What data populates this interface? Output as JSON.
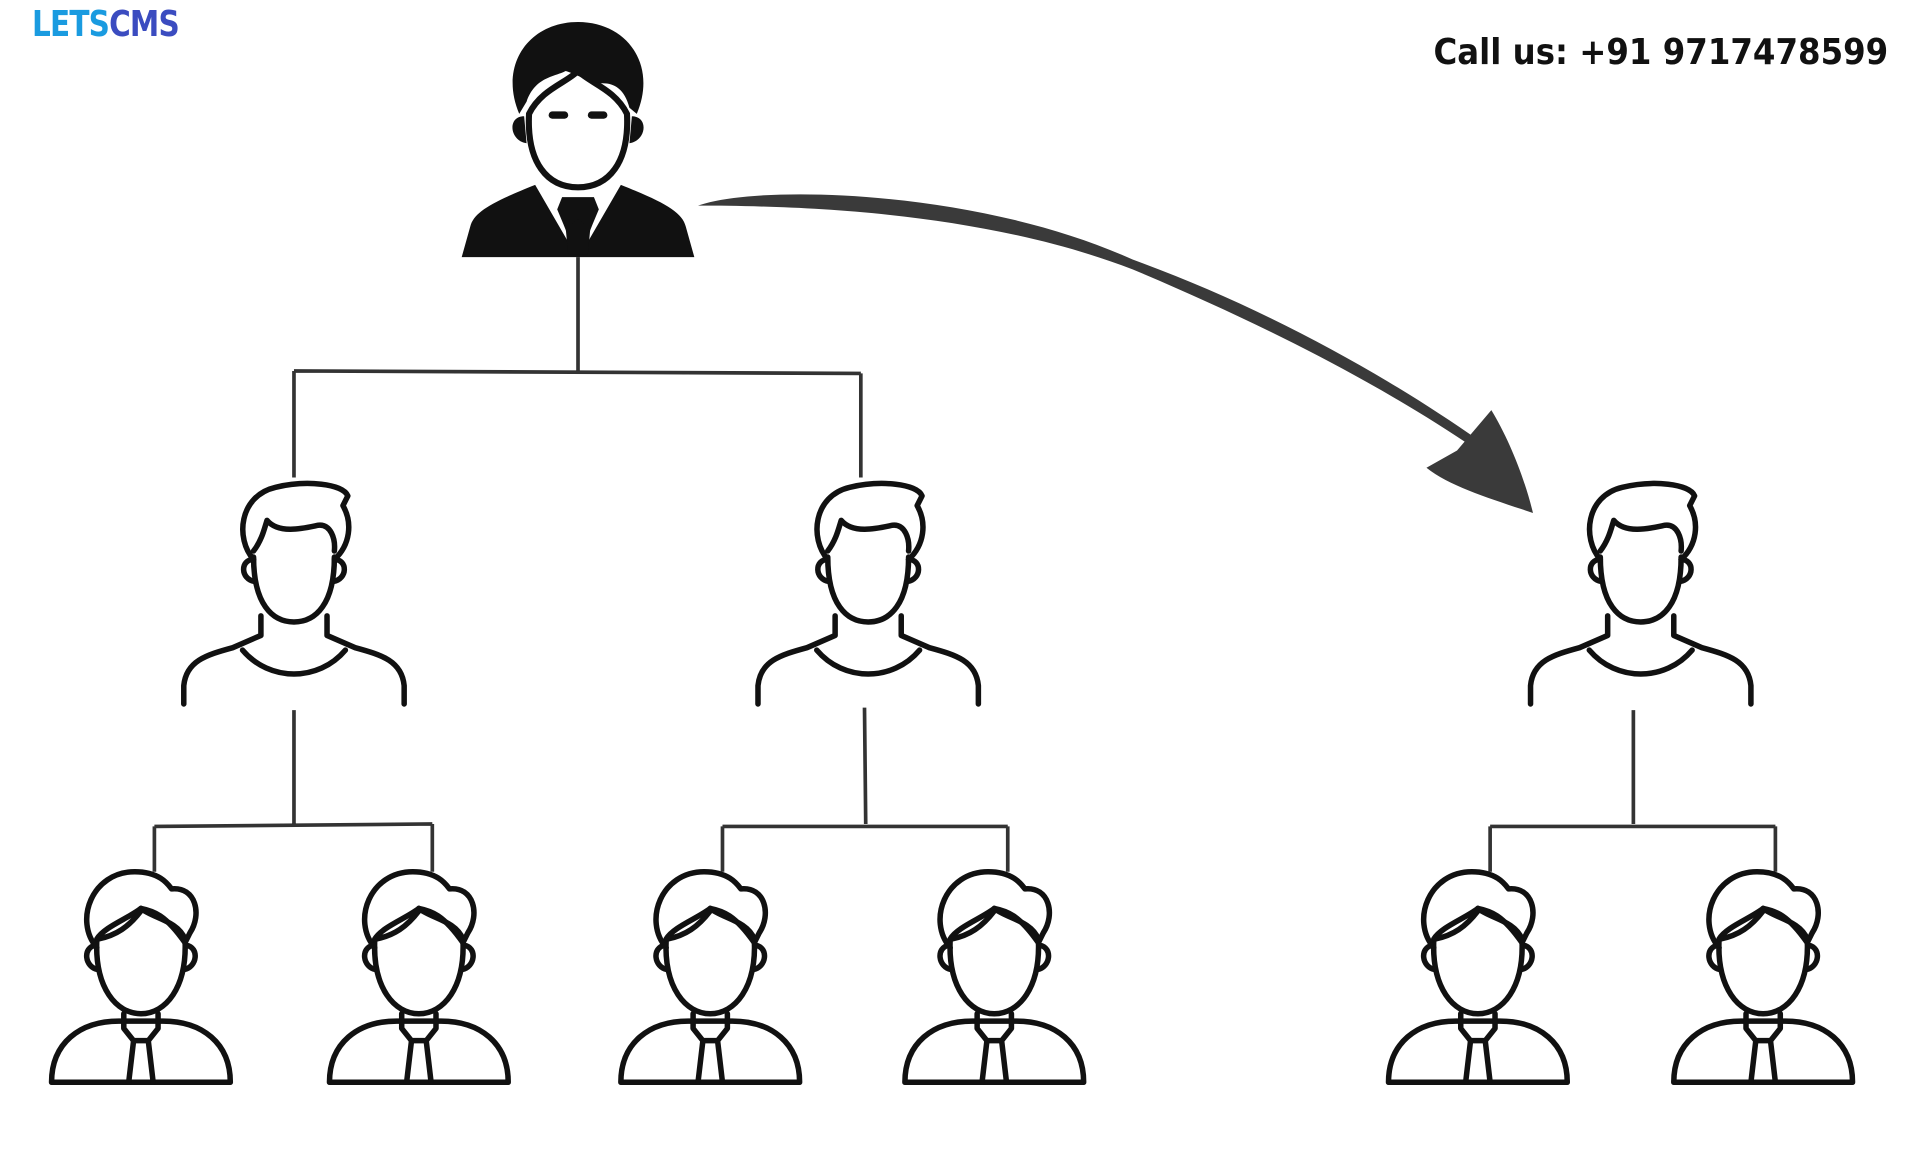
{
  "logo": {
    "part1": "LETS",
    "part2": "CMS",
    "color1": "#1a9be0",
    "color2": "#3b4cc0"
  },
  "contact": {
    "text": "Call us: +91 9717478599"
  },
  "colors": {
    "line": "#333333",
    "arrow": "#3a3a3a",
    "icon": "#111111"
  }
}
